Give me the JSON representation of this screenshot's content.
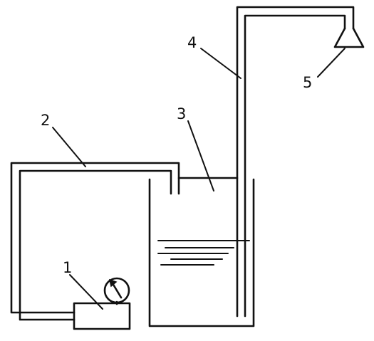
{
  "labels": {
    "pump": "1",
    "supply_pipe": "2",
    "tank": "3",
    "riser_pipe": "4",
    "shower_head": "5"
  },
  "colors": {
    "ink": "#111111",
    "background": "#ffffff"
  },
  "icons": {
    "gauge": "pressure-gauge-icon"
  }
}
